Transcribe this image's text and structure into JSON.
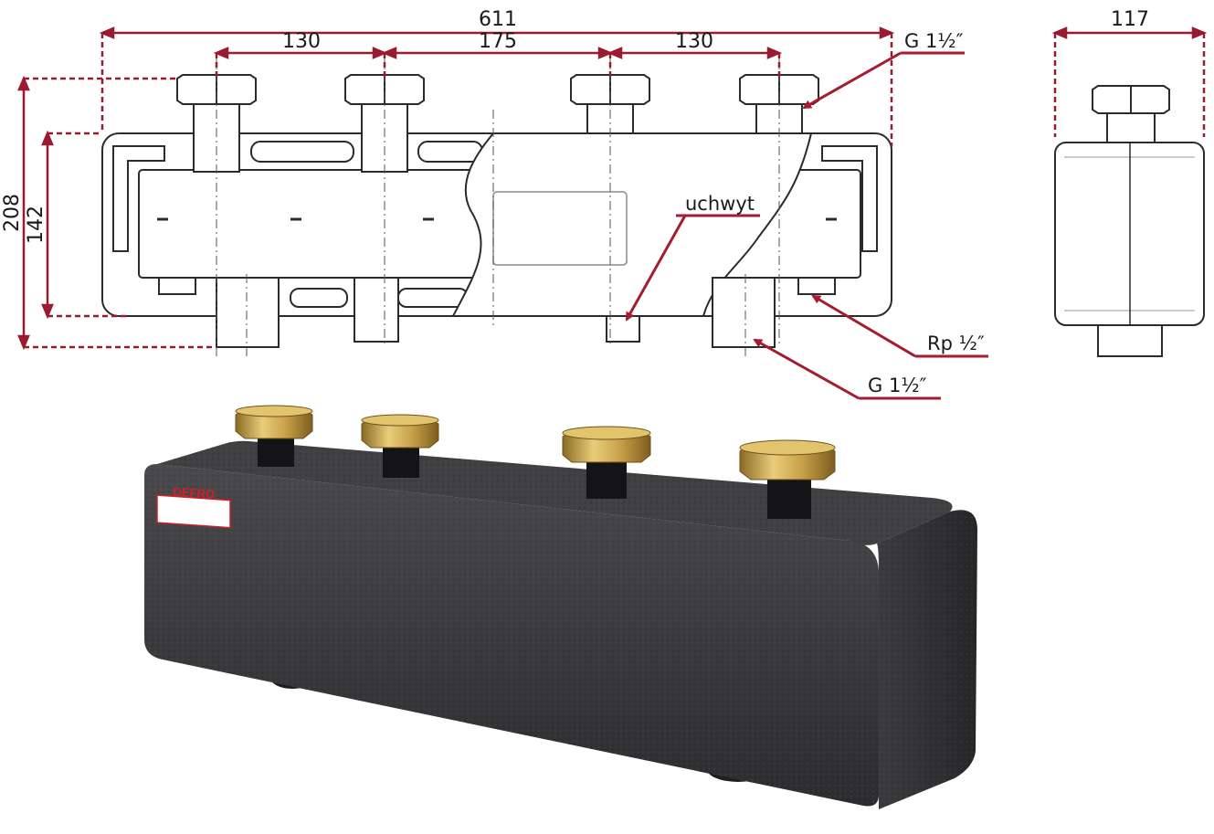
{
  "dimensions": {
    "total_width": "611",
    "spacing_left": "130",
    "spacing_middle": "175",
    "spacing_right": "130",
    "total_height": "208",
    "body_height": "142",
    "side_depth": "117"
  },
  "callouts": {
    "top_thread": "G 1½″",
    "handle": "uchwyt",
    "side_thread": "Rp ½″",
    "bottom_thread": "G 1½″"
  },
  "brand": "DEFRO",
  "colors": {
    "dimension_line": "#9b1b2e",
    "arrow": "#a51c30",
    "outline": "#2b2b2b",
    "insulation": "#3a3a3c",
    "brass": "#c9a14a",
    "brand_red": "#d21f26"
  }
}
